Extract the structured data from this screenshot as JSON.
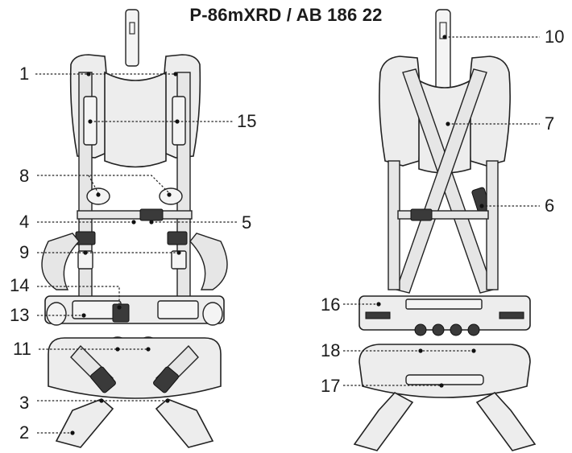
{
  "title": "P-86mXRD / AB 186 22",
  "labels": {
    "n1": "1",
    "n2": "2",
    "n3": "3",
    "n4": "4",
    "n5": "5",
    "n6": "6",
    "n7": "7",
    "n8": "8",
    "n9": "9",
    "n10": "10",
    "n11": "11",
    "n13": "13",
    "n14": "14",
    "n15": "15",
    "n16": "16",
    "n17": "17",
    "n18": "18"
  }
}
